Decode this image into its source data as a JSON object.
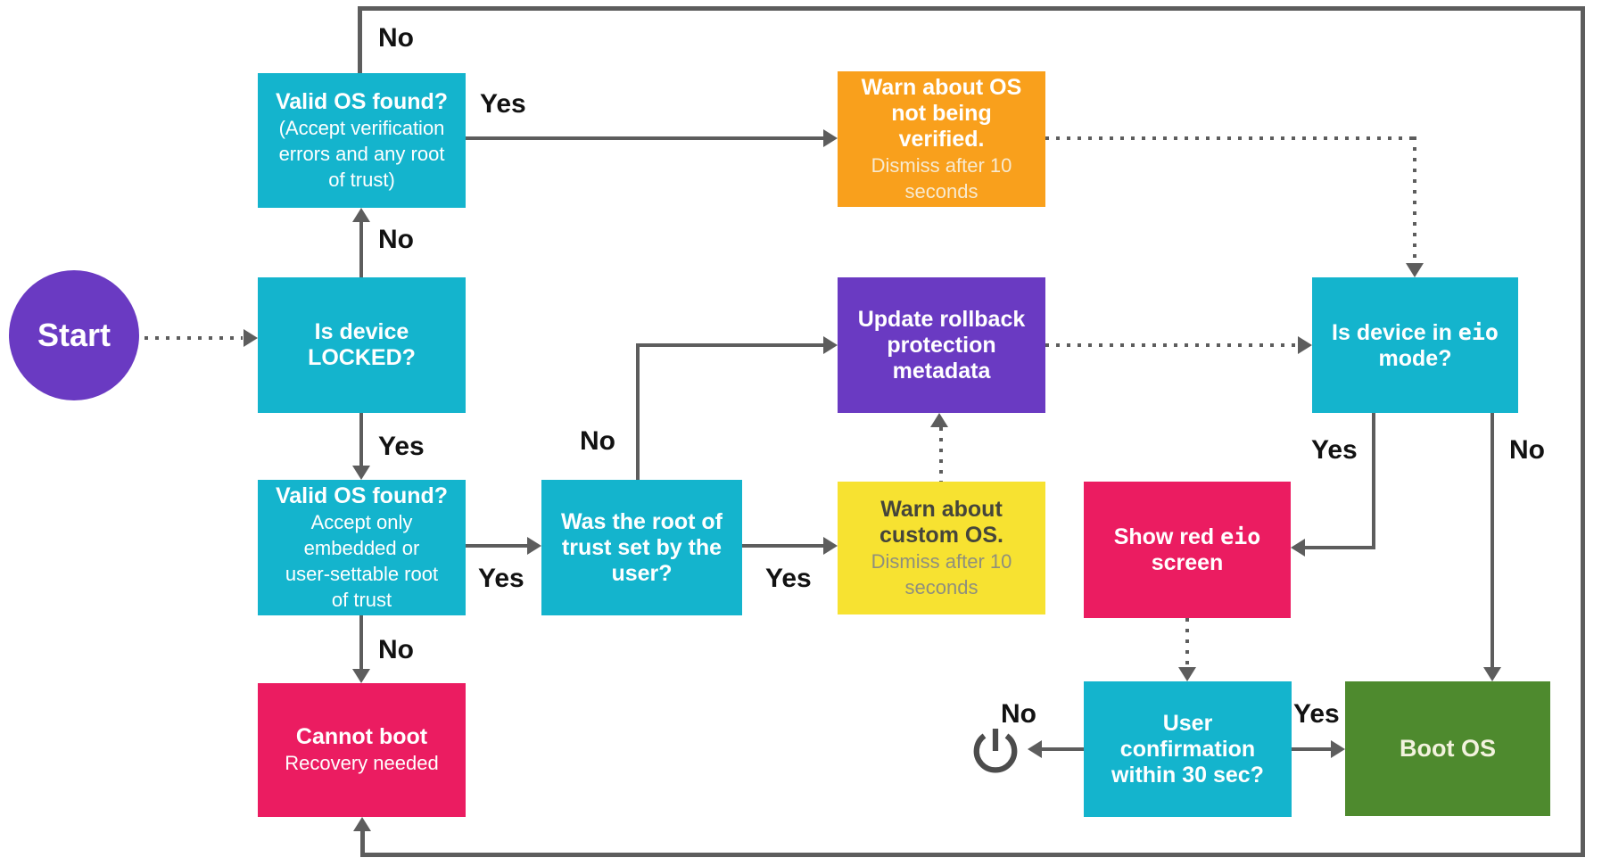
{
  "start": {
    "label": "Start"
  },
  "nodes": {
    "valid_os_top": {
      "title_lines": [
        "Valid OS found?"
      ],
      "subtitle_lines": [
        "(Accept verification",
        "errors and any root",
        "of trust)"
      ]
    },
    "warn_unverified": {
      "title_lines": [
        "Warn about OS",
        "not being",
        "verified."
      ],
      "subtitle_lines": [
        "Dismiss after 10",
        "seconds"
      ]
    },
    "is_locked": {
      "title_lines": [
        "Is device",
        "LOCKED?"
      ]
    },
    "update_rollback": {
      "title_lines": [
        "Update rollback",
        "protection",
        "metadata"
      ]
    },
    "is_eio": {
      "prefix": "Is device in ",
      "mono": "eio",
      "suffix": "mode?"
    },
    "valid_os_bottom": {
      "title_lines": [
        "Valid OS found?"
      ],
      "subtitle_lines": [
        "Accept only",
        "embedded or",
        "user-settable root",
        "of trust"
      ]
    },
    "was_root": {
      "title_lines": [
        "Was the root of",
        "trust set by the",
        "user?"
      ]
    },
    "warn_custom": {
      "title_lines": [
        "Warn about",
        "custom OS."
      ],
      "subtitle_lines": [
        "Dismiss after 10",
        "seconds"
      ]
    },
    "show_red": {
      "prefix": "Show red ",
      "mono": "eio",
      "suffix": "screen"
    },
    "cannot_boot": {
      "title_lines": [
        "Cannot boot"
      ],
      "subtitle_lines": [
        "Recovery needed"
      ]
    },
    "user_confirm": {
      "title_lines": [
        "User",
        "confirmation",
        "within 30 sec?"
      ]
    },
    "boot_os": {
      "title_lines": [
        "Boot OS"
      ]
    }
  },
  "edges": {
    "loop_no": "No",
    "valid_top_yes": "Yes",
    "locked_no": "No",
    "locked_yes": "Yes",
    "valid_bottom_yes": "Yes",
    "valid_bottom_no": "No",
    "was_root_no": "No",
    "was_root_yes": "Yes",
    "eio_yes": "Yes",
    "eio_no": "No",
    "confirm_no": "No",
    "confirm_yes": "Yes"
  },
  "icons": {
    "power": "power-icon"
  },
  "colors": {
    "cyan": "#14b4cd",
    "orange": "#f9a01c",
    "yellow": "#f7e231",
    "purple": "#6a3ac2",
    "pink": "#eb1c61",
    "green": "#4e8a2e",
    "line": "#5d5d5d"
  }
}
